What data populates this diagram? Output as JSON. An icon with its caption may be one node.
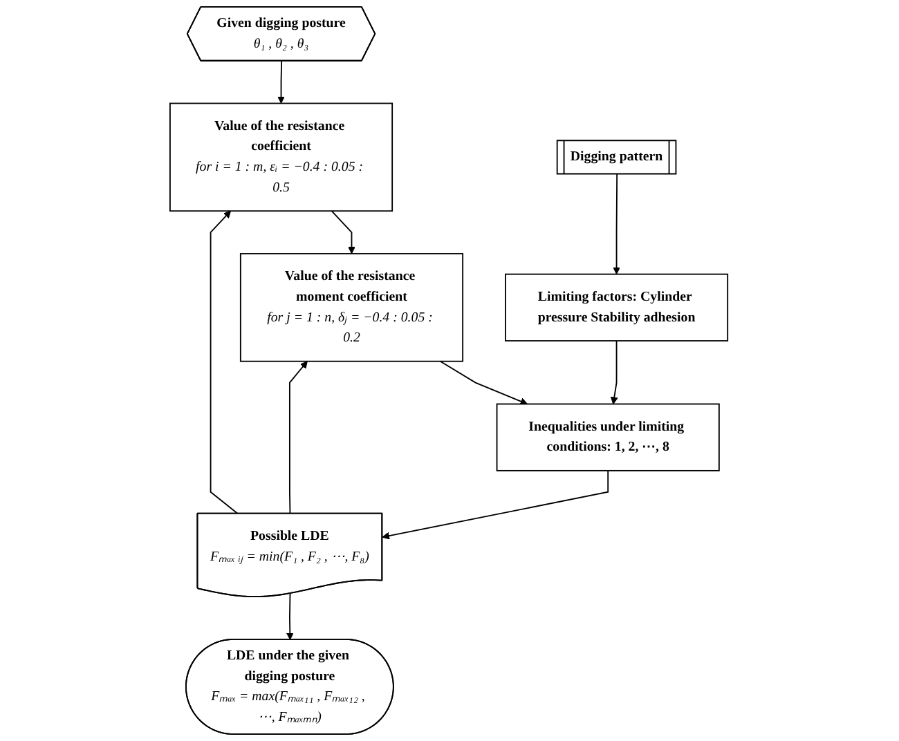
{
  "diagram": {
    "nodes": [
      {
        "text": [
          "Given digging posture",
          "θ₁ , θ₂ , θ₃"
        ]
      },
      {
        "text": [
          "Value of the resistance coefficient",
          "for i = 1 : m, εᵢ = −0.4 : 0.05 : 0.5"
        ]
      },
      {
        "text": [
          "Value of the resistance moment coefficient",
          "for j = 1 : n, δⱼ = −0.4 : 0.05 : 0.2"
        ]
      },
      {
        "text": [
          "Inequalities under limiting conditions: 1, 2, ⋯, 8"
        ]
      },
      {
        "text": [
          "Possible LDE",
          "Fₘₐₓ ᵢⱼ = min(F₁ , F₂ , ⋯, F₈)"
        ]
      },
      {
        "text": [
          "LDE under the given digging posture",
          "Fₘₐₓ = max(Fₘₐₓ₁₁ , Fₘₐₓ₁₂ , ⋯, Fₘₐₓₘₙ)"
        ]
      },
      {
        "text": [
          "Digging pattern"
        ]
      },
      {
        "text": [
          "Limiting factors: Cylinder pressure Stability adhesion"
        ]
      }
    ],
    "edges": [
      {
        "from": 0,
        "to": 1,
        "arrow": "to"
      },
      {
        "from": 1,
        "to": 2,
        "arrow": "to"
      },
      {
        "from": 2,
        "to": 3,
        "arrow": "to"
      },
      {
        "from": 3,
        "to": 4,
        "arrow": "to"
      },
      {
        "from": 4,
        "to": 5,
        "arrow": "to"
      },
      {
        "from": 4,
        "to": 2,
        "arrow": "to"
      },
      {
        "from": 4,
        "to": 1,
        "arrow": "to"
      },
      {
        "from": 6,
        "to": 7,
        "arrow": "to"
      },
      {
        "from": 7,
        "to": 3,
        "arrow": "to"
      }
    ]
  }
}
